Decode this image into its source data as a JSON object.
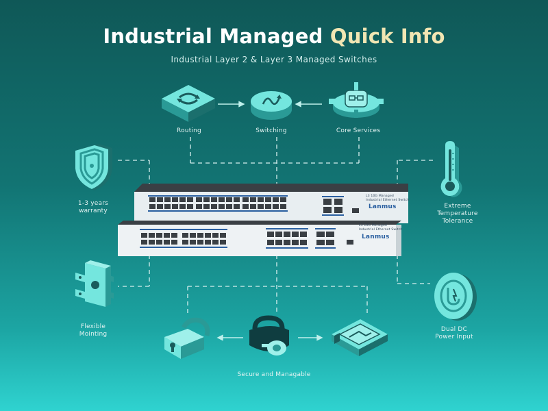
{
  "header": {
    "title_main": "Industrial Managed",
    "title_accent": "Quick Info",
    "subtitle": "Industrial Layer 2 & Layer 3 Managed Switches"
  },
  "features": {
    "routing": "Routing",
    "switching": "Switching",
    "core_services": "Core Services",
    "warranty_line1": "1-3 years",
    "warranty_line2": "warranty",
    "temp_line1": "Extreme",
    "temp_line2": "Temperature",
    "temp_line3": "Tolerance",
    "mounting_line1": "Flexible",
    "mounting_line2": "Mointing",
    "power_line1": "Dual DC",
    "power_line2": "Power Input",
    "secure": "Secure and Managable"
  },
  "switch_top": {
    "brand": "Lanmus",
    "model_line1": "L3 10G Managed",
    "model_line2": "Industrial Ethernet Switch"
  },
  "switch_bottom": {
    "brand": "Lanmus",
    "model_line1": "L3 10G Managed",
    "model_line2": "Industrial Ethernet Switch"
  },
  "colors": {
    "bg_top": "#0f5857",
    "bg_bottom": "#2fd3d0",
    "title_accent": "#f1e6b3",
    "icon_face": "#6fe3dc",
    "icon_dark": "#0f3d40",
    "switch_body": "#e9eef0"
  }
}
